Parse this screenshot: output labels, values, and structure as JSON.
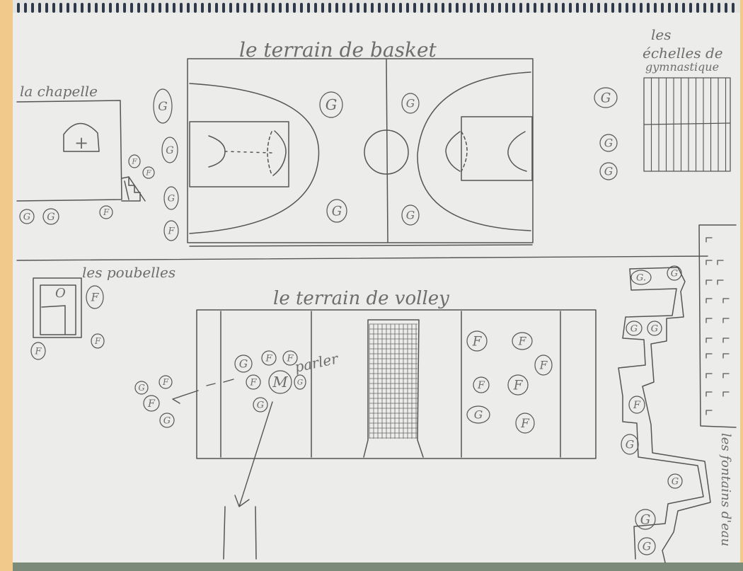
{
  "labels": {
    "basketball_court": "le terrain de basket",
    "chapel": "la chapelle",
    "chapel_cross": "+",
    "gym_ladders_line1": "les",
    "gym_ladders_line2": "échelles de",
    "gym_ladders_line3": "gymnastique",
    "bins": "les poubelles",
    "bin_circle": "O",
    "volleyball_court": "le terrain de volley",
    "speech": "parler",
    "fountains": "les fontains d'eau"
  },
  "people": {
    "G": "G",
    "F": "F",
    "M": "M",
    "G_dot": "G."
  },
  "colors": {
    "paper": "#ececea",
    "pencil": "#555555",
    "frame": "#f1c98a"
  }
}
